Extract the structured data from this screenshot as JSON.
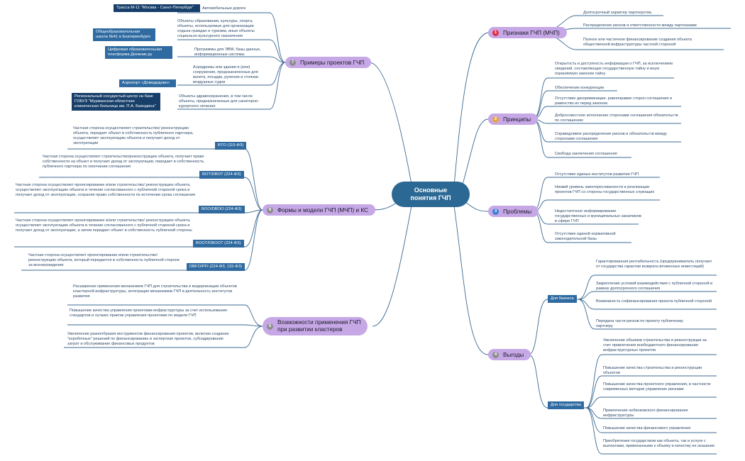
{
  "center": "Основные\nпонятия ГЧП",
  "colors": {
    "edge": "#3c6a92",
    "branch": "#c7a8e6",
    "badge": "#e45050",
    "tag": "#2f6aa0"
  },
  "branches": {
    "b1": {
      "num": "1",
      "label": "Признаки ГЧП (МЧП)",
      "num_color": "#e0304a",
      "items": [
        "Долгосрочный характер партнерства",
        "Распределение рисков и ответственности между партнерами",
        "Полное или частичное финансирование создания объекта общественной инфраструктуры частной стороной"
      ]
    },
    "b2": {
      "num": "2",
      "label": "Принципы",
      "num_color": "#e8a53c",
      "items": [
        "Открытость и доступность информации о ГЧП, за исключением сведений, составляющих государственную тайну и иную охраняемую законом тайну",
        "Обеспечение конкуренции",
        "Отсутствие дискриминации, равноправие сторон соглашения и равенство их перед законом",
        "Добросовестное исполнение сторонами соглашения обязательств по соглашению",
        "Справедливое распределение рисков и обязательств между сторонами соглашения",
        "Свобода заключения соглашения"
      ]
    },
    "b3": {
      "num": "3",
      "label": "Проблемы",
      "num_color": "#3a7fd6",
      "items": [
        "Отсутствие единых институтов развития ГЧП",
        "Низкий уровень заинтересованности и реализации проектов ГЧП со стороны государственных служащих",
        "Недостаточное информирование государственных и муниципальных заказчиков в сфере ГЧП",
        "Отсутствие единой нормативной законодательной базы"
      ]
    },
    "b4": {
      "num": "4",
      "label": "Выгоды",
      "num_color": "#8d8d8d",
      "business": {
        "label": "Для бизнеса",
        "items": [
          "Гарантированная рентабельность (предприниматель получает от государства гарантии возврата вложенных инвестиций)",
          "Закрепление условий взаимодействия с публичной стороной в рамках долгосрочного соглашения",
          "Возможность софинансирования проекта публичной стороной",
          "Передача части рисков по проекту публичному партнеру"
        ]
      },
      "state": {
        "label": "Для государства",
        "items": [
          "Увеличение объемов строительства и реконструкции за счет привлечения внебюджетного финансирования инфраструктурных проектов",
          "Повышение качества строительства и реконструкции объектов",
          "Повышение качества проектного управления, в частности современных методов управление рисками",
          "Привлечение небанковского финансирования инфраструктуры",
          "Повышение качества финансового управления",
          "Приобретения государством как объекта, так и услуги с выплатами, привязанными к объему и качеству ее оказания"
        ]
      }
    },
    "b5": {
      "num": "5",
      "label": "Возможности применения ГЧП\nпри развитии кластеров",
      "num_color": "#8d8d8d",
      "items": [
        "Расширение применения механизмов ГЧП для строительства и модернизации объектов кластерной инфраструктуры, интеграция механизмов ГЧП в деятельность институтов развития",
        "Повышение качества управления проектами инфраструктуры за счет использования стандартов и лучших практик управления проектами по модели ГЧП",
        "Увеличение разнообразия инструментов финансирования проектов, включая создание \"коробочных\" решений по финансированию и экспертизе проектов, субсидирование затрат и обслуживание финансовых продуктов"
      ]
    },
    "b6": {
      "num": "6",
      "label": "Формы и модели ГЧП (МЧП) и КС",
      "num_color": "#8d8d8d",
      "models": [
        {
          "tag": "BTO (115-ФЗ)",
          "text": "Частная сторона осуществляет строительство/ реконструкцию объекта, передает объект в собственность публичного партнера, осуществляет эксплуатацию объекта и получает доход от эксплуатации"
        },
        {
          "tag": "BOT/DBOT (224-ФЗ)",
          "text": "Частная сторона осуществляет строительство/реконструкцию объекта, получает право собственности на объект и получает доход от эксплуатации, передает в собственность публичного партнера по окончании соглашения"
        },
        {
          "tag": "BOO/DBOO (224-ФЗ)",
          "text": "Частная сторона осуществляет проектирование и/или строительство/ реконструкцию объекта, осуществляет эксплуатацию объекта в течение согласованного с публичной стороной срока и получает доход от эксплуатации, сохраняя право собственности по истечении срока соглашения"
        },
        {
          "tag": "BOOT/DBOOT (224-ФЗ)",
          "text": "Частная сторона осуществляет проектирование и/или строительство/ реконструкцию объекта, осуществляет эксплуатацию объекта в течение согласованного с публичной стороной срока и получает доход от эксплуатации, а затем передает объект в собственность публичной стороны"
        },
        {
          "tag": "DBFO/PFI (224-ФЗ, 115-ФЗ)",
          "text": "Частная сторона осуществляет проектирование и/или строительство/реконструкцию объекта, который передается в собственность публичной стороне за вознаграждение"
        }
      ]
    },
    "b7": {
      "num": "7",
      "label": "Примеры проектов ГЧП",
      "num_color": "#8d8d8d",
      "examples": [
        {
          "text": "Автомобильные дороги",
          "tag": "Трасса М-11 \"Москва - Санкт-Петербург\""
        },
        {
          "text": "Объекты образования, культуры, спорта, объекты, используемые для организации отдыха граждан и туризма, иные объекты социально-культурного назначения",
          "tag": "Общеобразовательная школа №41 в Екатеринбурге"
        },
        {
          "text": "Программы для ЭВМ, базы данных, информационные системы",
          "tag": "Цифровая образовательная платформа Дневник.ру"
        },
        {
          "text": "Аэродромы или здания и (или) сооружения, предназначенные для взлета, посадки, руления и стоянки воздушных судов",
          "tag": "Аэропорт «Домодедово»"
        },
        {
          "text": "Объекты здравоохранения, в том числе объекты, предназначенные для санаторно-курортного лечения",
          "tag": "Региональный сосудистый центр на базе ГОБУЗ \"Мурманская областная клиническая больница им. П.А. Баяндина\""
        }
      ]
    }
  }
}
